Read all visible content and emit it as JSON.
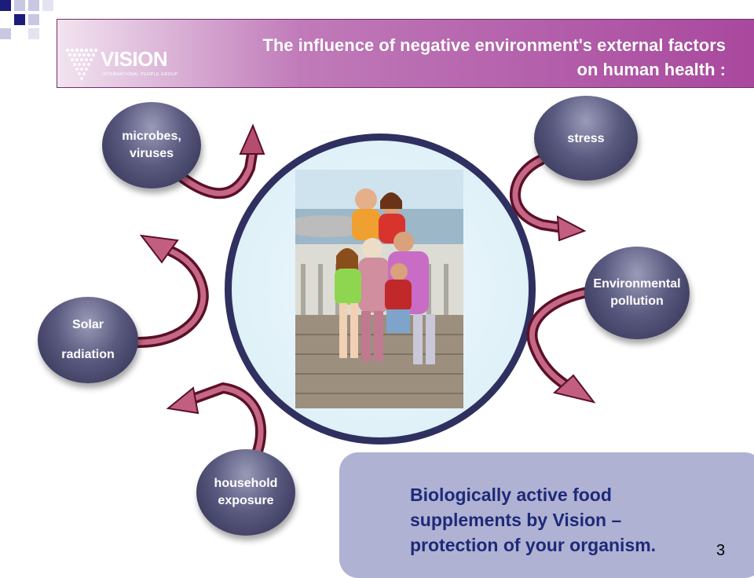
{
  "slide": {
    "title": "The influence of negative environment's external factors\non human health :",
    "page_number": "3"
  },
  "logo": {
    "name": "VISION",
    "tagline": "INTERNATIONAL PEOPLE GROUP"
  },
  "factors": {
    "microbes": "microbes,\nviruses",
    "stress": "stress",
    "environmental": "Environmental\npollution",
    "solar": "Solar\nradiation",
    "household": "household\nexposure"
  },
  "callout": {
    "text": "Biologically active food\nsupplements by Vision –\nprotection of your organism."
  },
  "colors": {
    "header_purple": "#a9489e",
    "bubble_navy": "#2d2d4f",
    "arrow_maroon": "#7b1e3a",
    "callout_bg": "#b0b2d4",
    "callout_text": "#1e2a78"
  },
  "image": {
    "subject": "family-photo"
  }
}
